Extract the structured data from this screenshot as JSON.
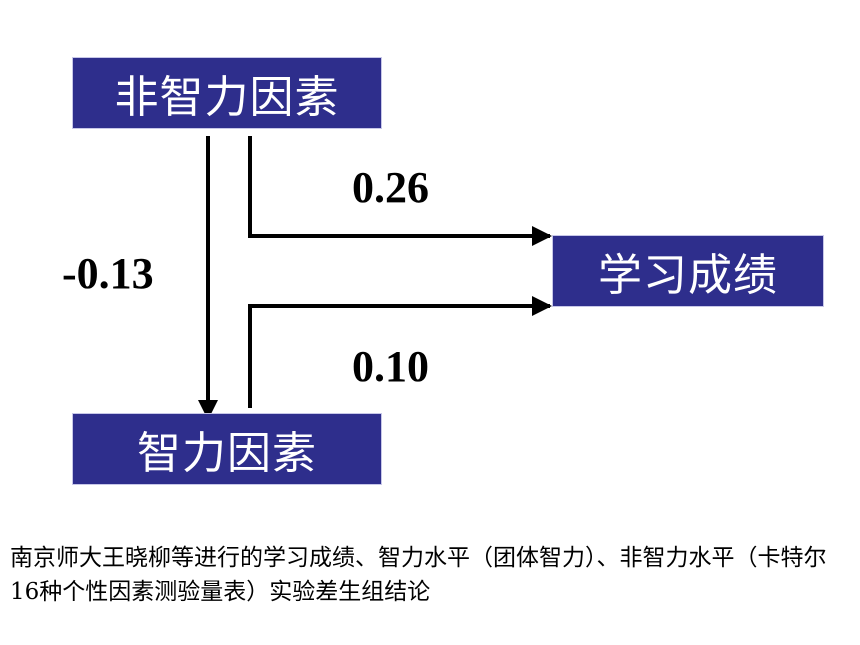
{
  "boxes": {
    "non_intellectual": "非智力因素",
    "intellectual": "智力因素",
    "academic_score": "学习成绩"
  },
  "coefficients": {
    "nonintel_to_score": "0.26",
    "nonintel_to_intel": "-0.13",
    "intel_to_score": "0.10"
  },
  "caption": "南京师大王晓柳等进行的学习成绩、智力水平（团体智力）、非智力水平（卡特尔16种个性因素测验量表）实验差生组结论",
  "colors": {
    "box_fill": "#2e2e8c",
    "box_text": "#ffffff",
    "arrow": "#000000"
  }
}
